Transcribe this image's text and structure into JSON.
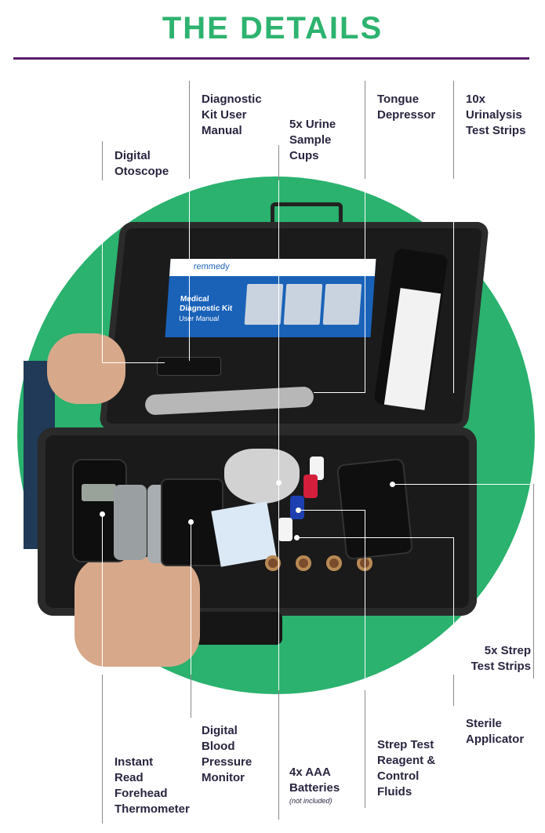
{
  "header": {
    "title": "THE DETAILS"
  },
  "labels": {
    "diagnostic_manual": [
      "Diagnostic",
      "Kit User",
      "Manual"
    ],
    "tongue_depressor": [
      "Tongue",
      "Depressor"
    ],
    "urinalysis": [
      "10x",
      "Urinalysis",
      "Test Strips"
    ],
    "urine_cups": [
      "5x Urine",
      "Sample",
      "Cups"
    ],
    "otoscope": [
      "Digital",
      "Otoscope"
    ],
    "strep_strips": [
      "5x Strep",
      "Test Strips"
    ],
    "sterile_applicator": [
      "Sterile",
      "Applicator"
    ],
    "blood_pressure": [
      "Digital",
      "Blood",
      "Pressure",
      "Monitor"
    ],
    "strep_reagent": [
      "Strep Test",
      "Reagent &",
      "Control",
      "Fluids"
    ],
    "thermometer": [
      "Instant",
      "Read",
      "Forehead",
      "Thermometer"
    ],
    "batteries": [
      "4x AAA",
      "Batteries"
    ],
    "batteries_note": "(not included)"
  },
  "product": {
    "manual_brand": "remmedy",
    "manual_title": [
      "Medical",
      "Diagnostic Kit"
    ],
    "manual_subtitle": "User Manual"
  },
  "colors": {
    "title": "#2db36f",
    "rule": "#5a1f6d",
    "circle": "#2ab26e",
    "text": "#2a2540"
  }
}
